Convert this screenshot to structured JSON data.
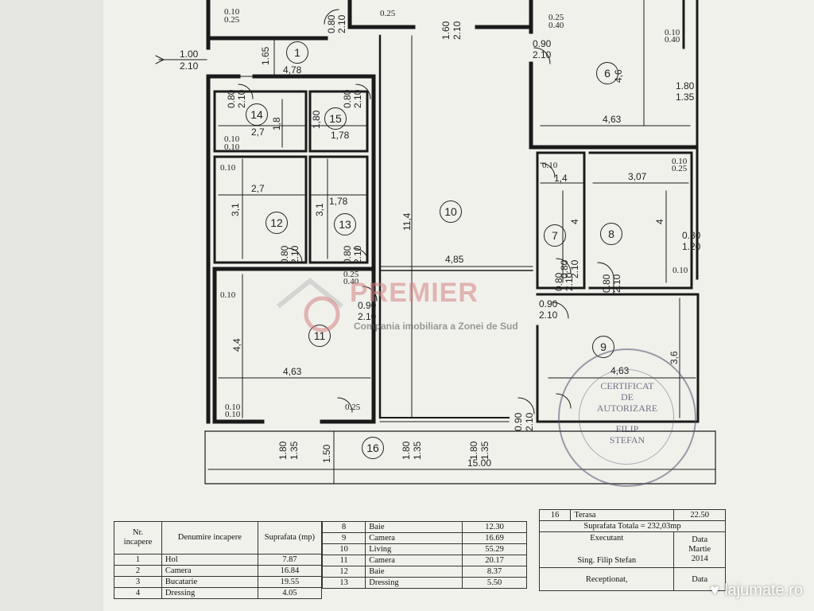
{
  "rooms": [
    {
      "num": "1"
    },
    {
      "num": "6"
    },
    {
      "num": "14"
    },
    {
      "num": "15"
    },
    {
      "num": "12"
    },
    {
      "num": "13"
    },
    {
      "num": "10"
    },
    {
      "num": "7"
    },
    {
      "num": "8"
    },
    {
      "num": "11"
    },
    {
      "num": "9"
    },
    {
      "num": "16"
    }
  ],
  "dims": {
    "d1": "1.00",
    "d2": "2.10",
    "d3": "1.65",
    "d4": "4,78",
    "d5": "4,63",
    "d6": "4,6",
    "d7": "1.80",
    "d8": "1.35",
    "d9": "2,7",
    "d10": "1,8",
    "d11": "1,78",
    "d12": "1,80",
    "d13": "2,7",
    "d14": "3,1",
    "d15": "1,78",
    "d16": "3,1",
    "d17": "11,4",
    "d18": "4,85",
    "d19": "1,4",
    "d20": "3,07",
    "d21": "4",
    "d22": "4",
    "d23": "0.80",
    "d24": "1.20",
    "d25": "0.90",
    "d26": "2.10",
    "d27": "0.90",
    "d28": "2.10",
    "d29": "4,4",
    "d30": "4,63",
    "d31": "4,63",
    "d32": "3,6",
    "d33": "0.90",
    "d34": "2.10",
    "d35": "1.80",
    "d36": "1.35",
    "d37": "1.80",
    "d38": "1.35",
    "d39": "1.80",
    "d40": "1.35",
    "d41": "1.50",
    "d42": "15.00",
    "d43": "1.60",
    "d44": "2.10",
    "d45": "0.90",
    "d46": "2.10",
    "d47": "0.80",
    "d48": "2.10",
    "d49": "0.80",
    "d50": "2.10",
    "d51": "0.80",
    "d52": "2.10",
    "d53": "0.80",
    "d54": "2.10",
    "d55": "0.80",
    "d56": "2.10",
    "d57": "0.80",
    "d58": "2.10",
    "d59": "0.80",
    "d60": "2.10",
    "d61": "0.80",
    "d62": "2.10",
    "s1": "0.10",
    "s2": "0.25",
    "s3": "0.25",
    "s4": "0.40",
    "s5": "0.10",
    "s6": "0.40",
    "s7": "0.25",
    "s8": "0.40",
    "s9": "0.10",
    "s10": "0.10",
    "s11": "0.10",
    "s12": "0.25",
    "s13": "0.10",
    "s14": "0.25",
    "s15": "0.10",
    "s16": "0.10",
    "s17": "0.10",
    "s18": "0.25",
    "s19": "0.10",
    "s20": "0.10"
  },
  "watermark": {
    "brand": "PREMIER",
    "sub": "Compania imobiliara a Zonei de Sud"
  },
  "stamp": {
    "l1": "CERTIFICAT",
    "l2": "DE",
    "l3": "AUTORIZARE",
    "l4": "FILIP",
    "l5": "STEFAN"
  },
  "table": {
    "headers": [
      "Nr. incapere",
      "Denumire incapere",
      "Suprafata (mp)"
    ],
    "left": [
      [
        "1",
        "Hol",
        "7.87"
      ],
      [
        "2",
        "Camera",
        "16.84"
      ],
      [
        "3",
        "Bucatarie",
        "19.55"
      ],
      [
        "4",
        "Dressing",
        "4.05"
      ]
    ],
    "mid": [
      [
        "8",
        "Baie",
        "12.30"
      ],
      [
        "9",
        "Camera",
        "16.69"
      ],
      [
        "10",
        "Living",
        "55.29"
      ],
      [
        "11",
        "Camera",
        "20.17"
      ],
      [
        "12",
        "Baie",
        "8.37"
      ],
      [
        "13",
        "Dressing",
        "5.50"
      ]
    ],
    "right": {
      "r16num": "16",
      "r16name": "Terasa",
      "r16val": "22.50",
      "total": "Suprafata Totala = 232,03mp",
      "executant": "Executant",
      "exname": "Sing. Filip Stefan",
      "data": "Data",
      "month": "Martie",
      "year": "2014",
      "receptionat": "Receptionat,",
      "datalbl": "Data"
    }
  },
  "site": {
    "name": "lajumate.ro"
  }
}
